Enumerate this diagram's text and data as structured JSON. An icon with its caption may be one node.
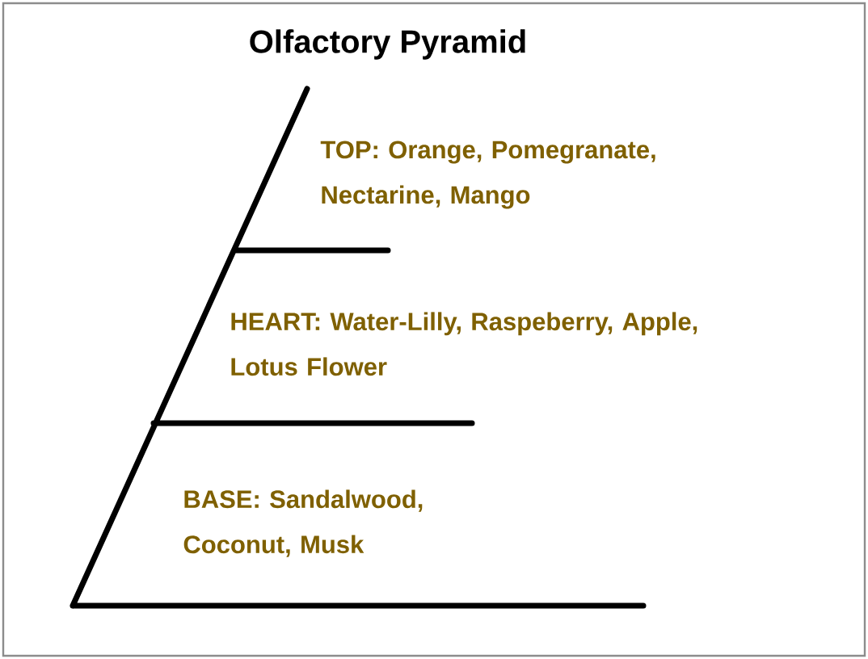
{
  "diagram": {
    "title": "Olfactory Pyramid",
    "labels": [
      "TOP: Orange, Pomegranate, Nectarine, Mango",
      "HEART: Water-Lilly, Raspeberry, Apple, Lotus Flower",
      "BASE: Sandalwood, Coconut, Musk"
    ]
  }
}
